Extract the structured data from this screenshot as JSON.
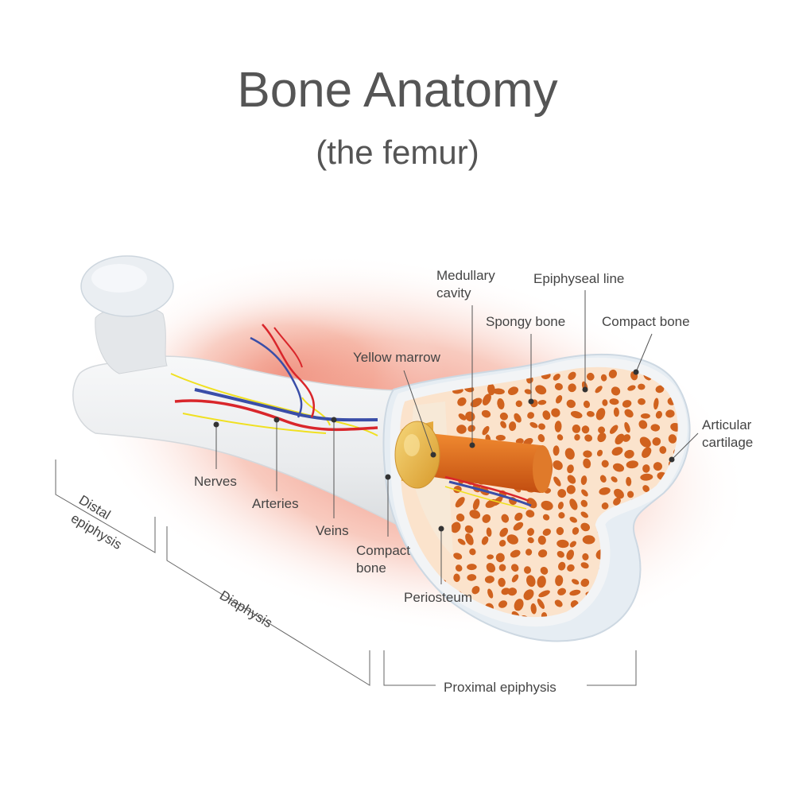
{
  "title": "Bone Anatomy",
  "subtitle": "(the femur)",
  "labels": {
    "medullary_cavity_1": "Medullary",
    "medullary_cavity_2": "cavity",
    "epiphyseal_line": "Epiphyseal line",
    "spongy_bone": "Spongy bone",
    "compact_bone_top": "Compact bone",
    "yellow_marrow": "Yellow marrow",
    "articular_cartilage_1": "Articular",
    "articular_cartilage_2": "cartilage",
    "nerves": "Nerves",
    "arteries": "Arteries",
    "veins": "Veins",
    "compact_bone_inner_1": "Compact",
    "compact_bone_inner_2": "bone",
    "periosteum": "Periosteum"
  },
  "regions": {
    "distal_epiphysis_1": "Distal",
    "distal_epiphysis_2": "epiphysis",
    "diaphysis": "Diaphysis",
    "proximal_epiphysis": "Proximal epiphysis"
  },
  "colors": {
    "bone": "#eef0f2",
    "glow": "#e8604a",
    "spongy": "#d0621e",
    "spongy_bg": "#fbe3cc",
    "marrow": "#e8b54a",
    "cavity": "#e0701e",
    "artery": "#d9262b",
    "vein": "#3a4ea8",
    "nerve": "#f0e020",
    "cartilage": "#d8e6f0"
  }
}
